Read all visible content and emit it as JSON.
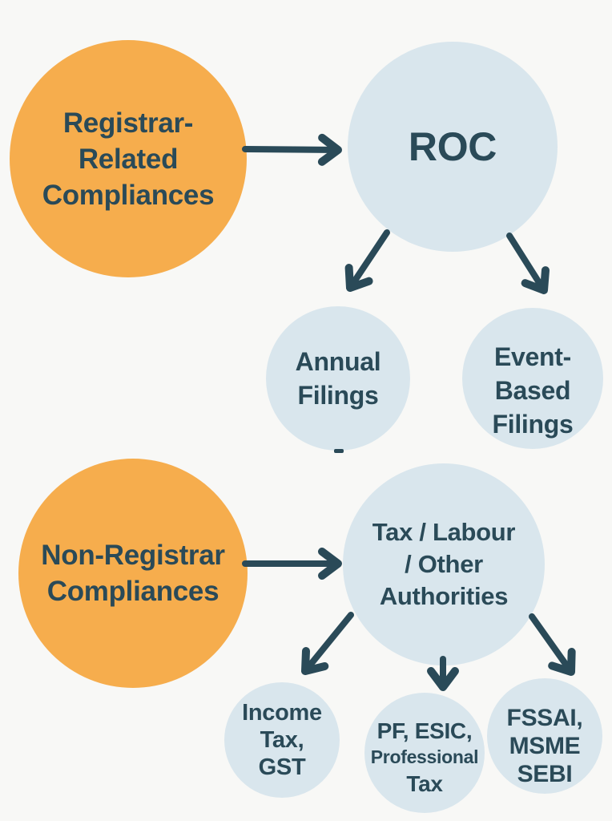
{
  "palette": {
    "orange": "#F6AD4D",
    "light_blue": "#D9E6ED",
    "ink": "#2A4A58",
    "background": "#F8F8F6"
  },
  "nodes": {
    "registrar": {
      "lines": [
        "Registrar-",
        "Related",
        "Compliances"
      ]
    },
    "roc": {
      "lines": [
        "ROC"
      ]
    },
    "annual": {
      "lines": [
        "Annual",
        "Filings"
      ]
    },
    "event": {
      "lines": [
        "Event-",
        "Based",
        "Filings"
      ]
    },
    "non_registrar": {
      "lines": [
        "Non-Registrar",
        "Compliances"
      ]
    },
    "tax": {
      "lines": [
        "Tax / Labour",
        "/ Other",
        "Authorities"
      ]
    },
    "income": {
      "lines": [
        "Income",
        "Tax,",
        "GST"
      ]
    },
    "pf": {
      "lines": [
        "PF, ESIC,",
        "Professional",
        "Tax"
      ]
    },
    "fssai": {
      "lines": [
        "FSSAI,",
        "MSME",
        "SEBI"
      ]
    }
  },
  "edges": [
    {
      "from": "registrar-related-compliances",
      "to": "roc"
    },
    {
      "from": "roc",
      "to": "annual-filings"
    },
    {
      "from": "roc",
      "to": "event-based-filings"
    },
    {
      "from": "non-registrar-compliances",
      "to": "tax-labour-other-authorities"
    },
    {
      "from": "tax-labour-other-authorities",
      "to": "income-tax-gst"
    },
    {
      "from": "tax-labour-other-authorities",
      "to": "pf-esic-professional-tax"
    },
    {
      "from": "tax-labour-other-authorities",
      "to": "fssai-msme-sebi"
    }
  ]
}
